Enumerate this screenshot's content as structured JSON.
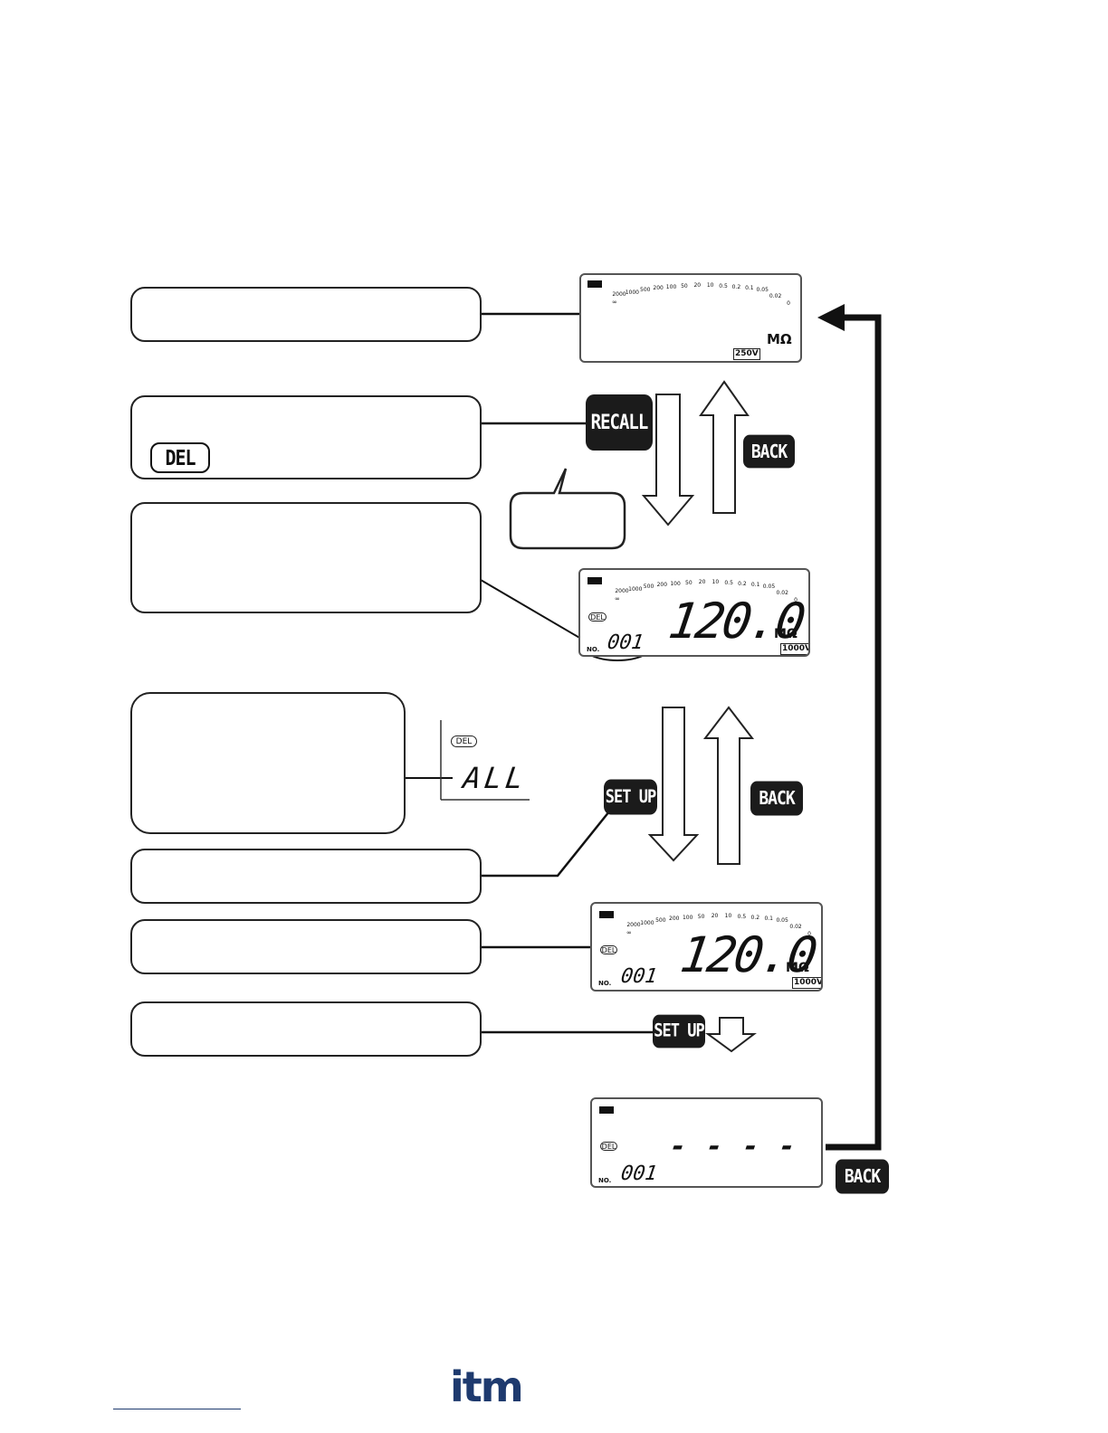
{
  "keys": {
    "recall": "RECALL",
    "back": "BACK",
    "setup": "SET UP",
    "del": "DEL"
  },
  "lcd": {
    "scale_ticks": [
      "2000",
      "1000",
      "500",
      "200",
      "100",
      "50",
      "20",
      "10",
      "0.5",
      "0.2",
      "0.1",
      "0.05",
      "0.02",
      "0"
    ],
    "scale_inf": "∞",
    "unit": "MΩ",
    "voltage_250": "250V",
    "voltage_1000": "1000V",
    "reading": "120.0",
    "data_no": "001",
    "no_label": "NO.",
    "del_indicator": "DEL",
    "all_text": "ALL",
    "dashes": "- - - -"
  },
  "colors": {
    "ink": "#111111",
    "key_bg": "#1b1b1b",
    "logo": "#1e3a6e"
  },
  "footer": {
    "logo": "itm"
  }
}
